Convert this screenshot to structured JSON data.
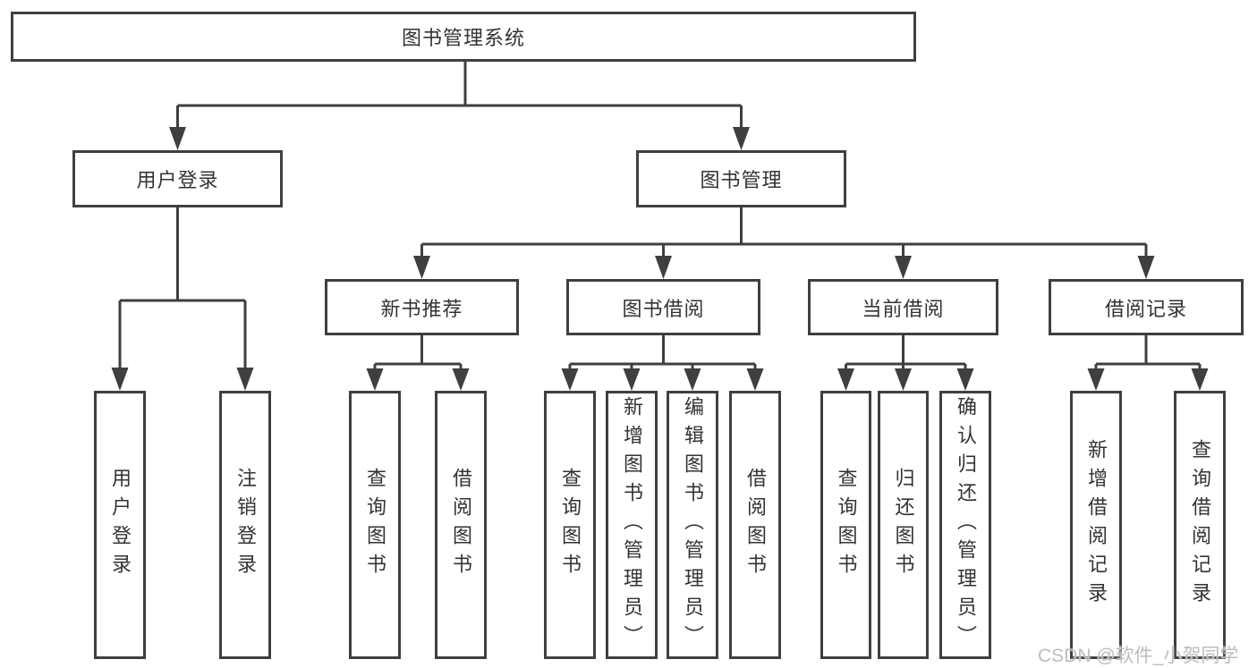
{
  "diagram": {
    "root": {
      "label": "图书管理系统",
      "children": [
        {
          "label": "用户登录",
          "children": [
            {
              "label": "用户登录"
            },
            {
              "label": "注销登录"
            }
          ]
        },
        {
          "label": "图书管理",
          "children": [
            {
              "label": "新书推荐",
              "children": [
                {
                  "label": "查询图书"
                },
                {
                  "label": "借阅图书"
                }
              ]
            },
            {
              "label": "图书借阅",
              "children": [
                {
                  "label": "查询图书"
                },
                {
                  "label": "新增图书（管理员）"
                },
                {
                  "label": "编辑图书（管理员）"
                },
                {
                  "label": "借阅图书"
                }
              ]
            },
            {
              "label": "当前借阅",
              "children": [
                {
                  "label": "查询图书"
                },
                {
                  "label": "归还图书"
                },
                {
                  "label": "确认归还（管理员）"
                }
              ]
            },
            {
              "label": "借阅记录",
              "children": [
                {
                  "label": "新增借阅记录"
                },
                {
                  "label": "查询借阅记录"
                }
              ]
            }
          ]
        }
      ]
    }
  },
  "watermark": {
    "text": "CSDN @软件_小贺同学"
  },
  "colors": {
    "line": "#3f3f3f",
    "text": "#333333",
    "watermark": "#bcbcbc",
    "background": "#ffffff"
  }
}
